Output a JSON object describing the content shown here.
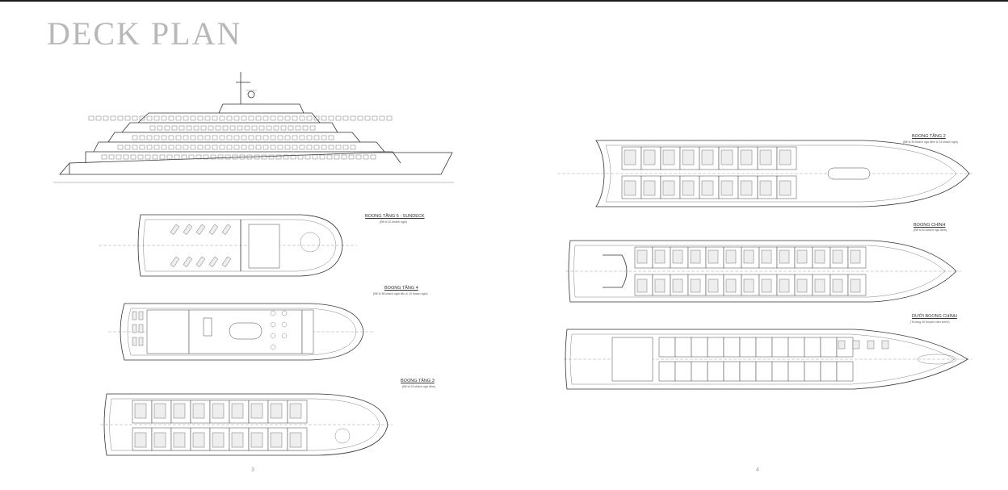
{
  "page": {
    "title": "DECK PLAN"
  },
  "decks": {
    "sundeck": {
      "label": "BOONG TẦNG 5 - SUNDECK",
      "sub": "(Bể bi 22 khách ngồi)"
    },
    "deck4": {
      "label": "BOONG TẦNG 4",
      "sub": "(Bể bi 38 khách ngồi tiêu & 10 khách ngồi)"
    },
    "deck3": {
      "label": "BOONG TẦNG 3",
      "sub": "(Bể bi 24 khách ngủ đêm)"
    },
    "deck2": {
      "label": "BOONG TẦNG 2",
      "sub": "(Bể bi 30 khách ngủ đêm & 24 khách ngồi)"
    },
    "main": {
      "label": "BOONG CHÍNH",
      "sub": "(Bể bi 40 khách ngủ đêm)"
    },
    "below": {
      "label": "DƯỚI BOONG CHÍNH",
      "sub": "(Trường 40 thuyền viên chính)"
    }
  },
  "page_numbers": {
    "left": "3",
    "right": "4"
  }
}
